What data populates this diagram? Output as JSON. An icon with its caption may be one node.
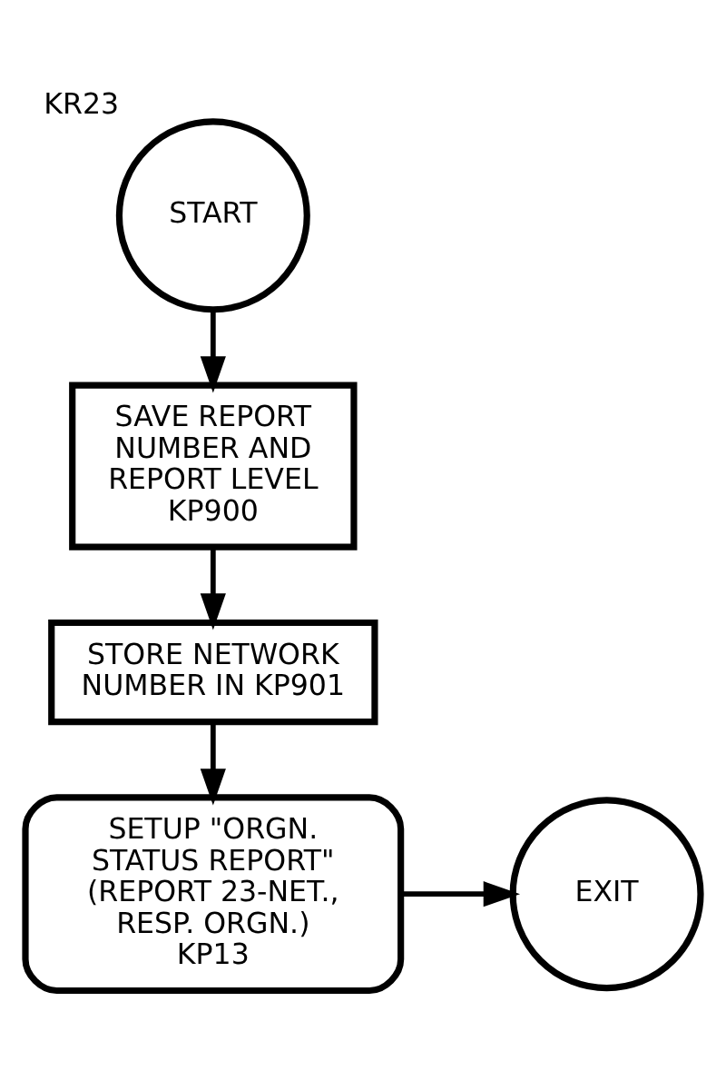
{
  "diagram": {
    "nodes": [
      {
        "text": [
          "START"
        ],
        "beside": [
          "KR23"
        ]
      },
      {
        "text": [
          "SAVE REPORT NUMBER AND REPORT LEVEL KP900"
        ]
      },
      {
        "text": [
          "STORE NETWORK NUMBER IN KP901"
        ]
      },
      {
        "text": [
          "SETUP \"ORGN. STATUS REPORT\" (REPORT 23-NET., RESP. ORGN.) KP13"
        ]
      },
      {
        "text": [
          "EXIT"
        ]
      }
    ],
    "edges": [
      {
        "from": 0,
        "to": 1,
        "arrow": "to"
      },
      {
        "from": 1,
        "to": 2,
        "arrow": "to"
      },
      {
        "from": 2,
        "to": 3,
        "arrow": "to"
      },
      {
        "from": 3,
        "to": 4,
        "arrow": "to"
      }
    ]
  }
}
